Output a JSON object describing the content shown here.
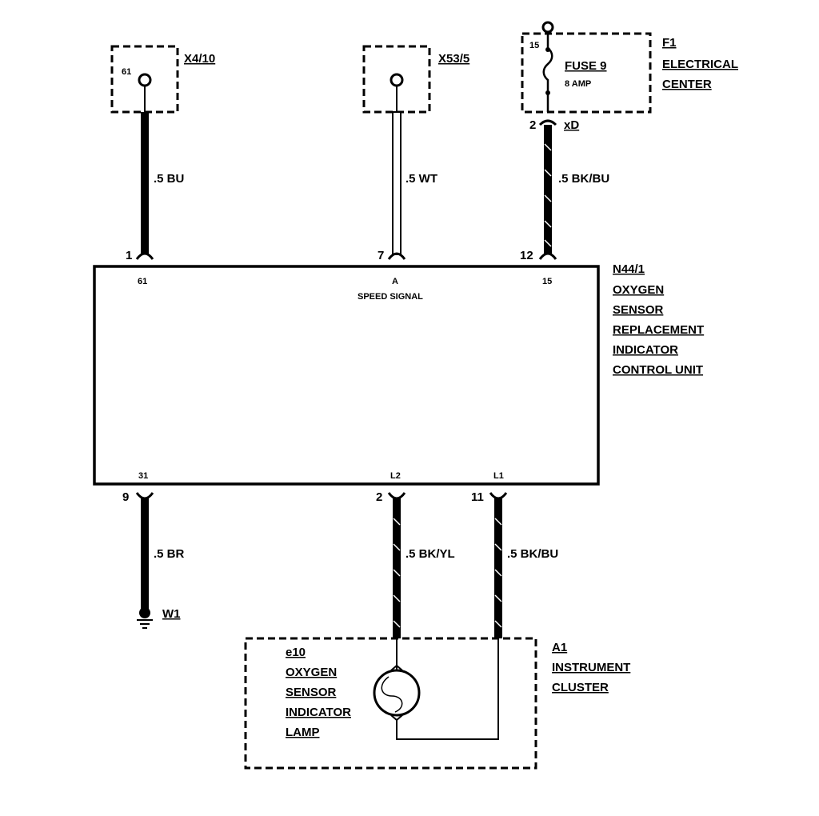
{
  "components": {
    "x4_10": {
      "id": "X4/10",
      "pin": "61"
    },
    "x53_5": {
      "id": "X53/5"
    },
    "f1": {
      "id": "F1",
      "name_lines": [
        "ELECTRICAL",
        "CENTER"
      ],
      "fuse_label": "FUSE 9",
      "fuse_rating": "8 AMP",
      "pin": "15"
    },
    "n44_1": {
      "id": "N44/1",
      "name_lines": [
        "OXYGEN",
        "SENSOR",
        "REPLACEMENT",
        "INDICATOR",
        "CONTROL UNIT"
      ],
      "top_pins": [
        "61",
        "A",
        "15"
      ],
      "speed_signal": "SPEED SIGNAL",
      "bottom_pins": [
        "31",
        "L2",
        "L1"
      ]
    },
    "a1": {
      "id": "A1",
      "name_lines": [
        "INSTRUMENT",
        "CLUSTER"
      ],
      "lamp_lines": [
        "e10",
        "OXYGEN",
        "SENSOR",
        "INDICATOR",
        "LAMP"
      ]
    },
    "w1": {
      "id": "W1"
    }
  },
  "wires": {
    "w_bu": {
      "pin_top": "",
      "pin_bottom": "1",
      "label": ".5 BU",
      "color": "#000000"
    },
    "w_wt": {
      "pin_top": "",
      "pin_bottom": "7",
      "label": ".5 WT",
      "color": "#ffffff"
    },
    "w_bkbu_1": {
      "pin_top": "2",
      "connector": "xD",
      "pin_bottom": "12",
      "label": ".5 BK/BU",
      "color": "#000000"
    },
    "w_br": {
      "pin_top": "9",
      "label": ".5 BR",
      "color": "#000000"
    },
    "w_bkyl": {
      "pin_top": "2",
      "label": ".5 BK/YL",
      "color": "#000000"
    },
    "w_bkbu_2": {
      "pin_top": "11",
      "label": ".5 BK/BU",
      "color": "#000000"
    }
  }
}
